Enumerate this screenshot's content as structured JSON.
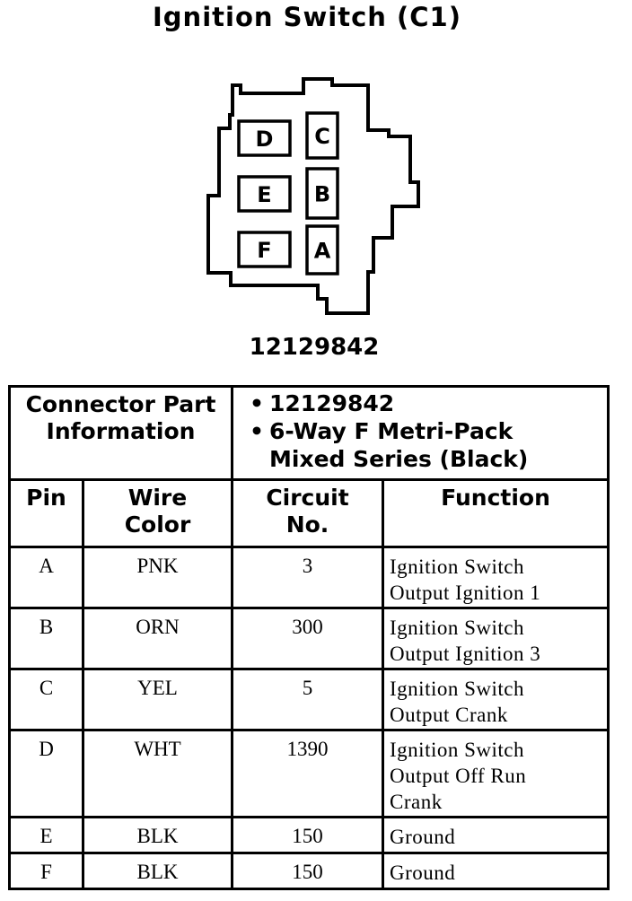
{
  "title": "Ignition Switch (C1)",
  "connector_diagram": {
    "pins": [
      "D",
      "C",
      "E",
      "B",
      "F",
      "A"
    ]
  },
  "part_number": "12129842",
  "table": {
    "connector_info_label": [
      "Connector Part",
      "Information"
    ],
    "connector_info_items": [
      "12129842",
      "6-Way F Metri-Pack",
      "Mixed Series (Black)"
    ],
    "headers": {
      "pin": "Pin",
      "wire_color": [
        "Wire",
        "Color"
      ],
      "circuit": [
        "Circuit",
        "No."
      ],
      "function": "Function"
    },
    "rows": [
      {
        "pin": "A",
        "wire_color": "PNK",
        "circuit": "3",
        "function": [
          "Ignition Switch",
          "Output Ignition 1"
        ]
      },
      {
        "pin": "B",
        "wire_color": "ORN",
        "circuit": "300",
        "function": [
          "Ignition Switch",
          "Output Ignition 3"
        ]
      },
      {
        "pin": "C",
        "wire_color": "YEL",
        "circuit": "5",
        "function": [
          "Ignition Switch",
          "Output Crank"
        ]
      },
      {
        "pin": "D",
        "wire_color": "WHT",
        "circuit": "1390",
        "function": [
          "Ignition Switch",
          "Output Off Run",
          "Crank"
        ]
      },
      {
        "pin": "E",
        "wire_color": "BLK",
        "circuit": "150",
        "function": [
          "Ground"
        ]
      },
      {
        "pin": "F",
        "wire_color": "BLK",
        "circuit": "150",
        "function": [
          "Ground"
        ]
      }
    ]
  }
}
